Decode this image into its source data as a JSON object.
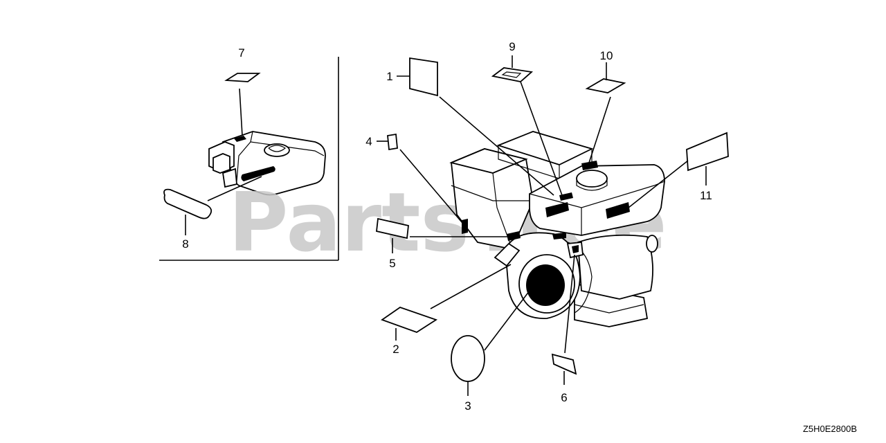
{
  "watermark": "PartsTree",
  "diagram_code": "Z5H0E2800B",
  "callouts": {
    "c1": "1",
    "c2": "2",
    "c3": "3",
    "c4": "4",
    "c5": "5",
    "c6": "6",
    "c7": "7",
    "c8": "8",
    "c9": "9",
    "c10": "10",
    "c11": "11"
  },
  "colors": {
    "line": "#000000",
    "watermark": "#c8c8c8",
    "background": "#ffffff"
  }
}
